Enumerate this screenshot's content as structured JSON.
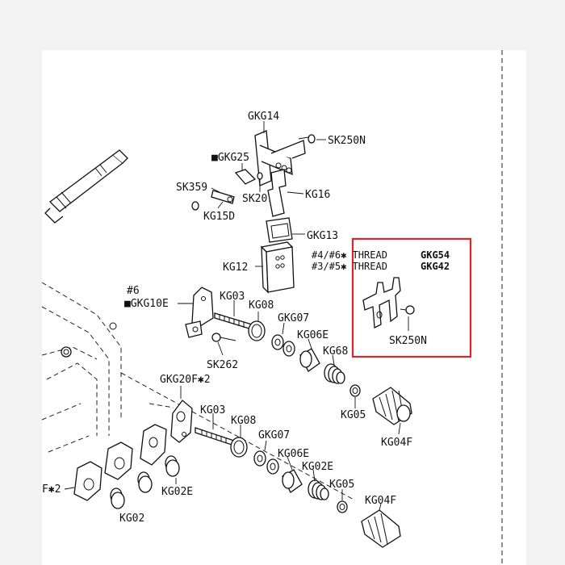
{
  "colors": {
    "highlight": "#d9262b",
    "line": "#111111",
    "paper": "#ffffff",
    "background": "#f3f3f3"
  },
  "labels": {
    "gkg14": "GKG14",
    "sk250n_top": "SK250N",
    "gkg25": "■GKG25",
    "sk359": "SK359",
    "sk207": "SK207",
    "kg16": "KG16",
    "kg15d": "KG15D",
    "gkg13": "GKG13",
    "kg12": "KG12",
    "n6": "#6",
    "gkg10e": "■GKG10E",
    "kg03_a": "KG03",
    "kg08_a": "KG08",
    "gkg07_a": "GKG07",
    "kg06e_a": "KG06E",
    "kg68": "KG68",
    "sk262": "SK262",
    "kg05_a": "KG05",
    "kg04f_a": "KG04F",
    "gkg20f": "GKG20F✱2",
    "kg03_b": "KG03",
    "kg08_b": "KG08",
    "gkg07_b": "GKG07",
    "kg06e_b": "KG06E",
    "kg02e_a": "KG02E",
    "kg05_b": "KG05",
    "kg04f_b": "KG04F",
    "kg02e_b": "KG02E",
    "f2": "F✱2",
    "kg02_cut": "KG02"
  },
  "callout": {
    "line1_prefix": "#4/#6✱ THREAD",
    "line1_code": "GKG54",
    "line2_prefix": "#3/#5✱ THREAD",
    "line2_code": "GKG42",
    "screw_label": "SK250N"
  }
}
